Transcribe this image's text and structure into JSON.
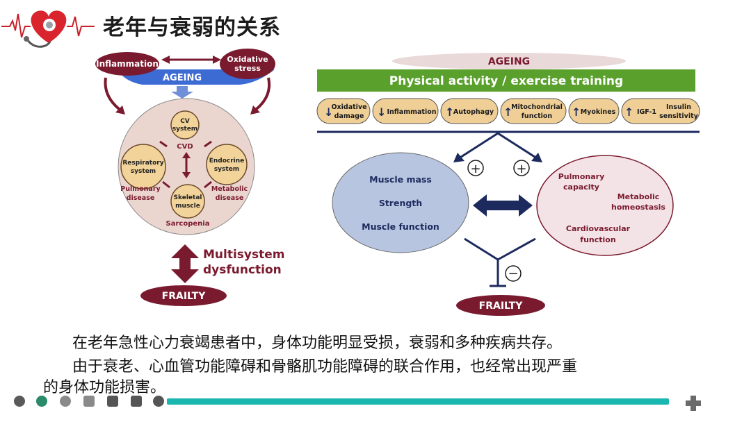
{
  "slide": {
    "title": "老年与衰弱的关系",
    "paragraph_1": "在老年急性心力衰竭患者中，身体功能明显受损，衰弱和多种疾病共存。",
    "paragraph_2": "由于衰老、心血管功能障碍和骨骼肌功能障碍的联合作用，也经常出现严重",
    "paragraph_3": "的身体功能损害。"
  },
  "left_diagram": {
    "inflammation": "Inflammation",
    "oxidative_1": "Oxidative",
    "oxidative_2": "stress",
    "ageing": "AGEING",
    "cv_1": "CV",
    "cv_2": "system",
    "cvd": "CVD",
    "resp_1": "Respiratory",
    "resp_2": "system",
    "endo_1": "Endocrine",
    "endo_2": "system",
    "pulm_1": "Pulmonary",
    "pulm_2": "disease",
    "meta_1": "Metabolic",
    "meta_2": "disease",
    "skel_1": "Skeletal",
    "skel_2": "muscle",
    "sarcopenia": "Sarcopenia",
    "multi_1": "Multisystem",
    "multi_2": "dysfunction",
    "frailty": "FRAILTY"
  },
  "right_diagram": {
    "ageing": "AGEING",
    "banner": "Physical activity / exercise training",
    "pills": [
      {
        "l1": "Oxidative",
        "l2": "damage",
        "dir": "down"
      },
      {
        "l1": "Inflammation",
        "l2": "",
        "dir": "down"
      },
      {
        "l1": "Autophagy",
        "l2": "",
        "dir": "up"
      },
      {
        "l1": "Mitochondrial",
        "l2": "function",
        "dir": "up"
      },
      {
        "l1": "Myokines",
        "l2": "",
        "dir": "up"
      },
      {
        "l1": "IGF-1",
        "l2": "",
        "dir": "up"
      },
      {
        "l1": "Insulin",
        "l2": "sensitivity",
        "dir": "up"
      }
    ],
    "muscle_mass": "Muscle mass",
    "strength": "Strength",
    "muscle_function": "Muscle function",
    "pulm_1": "Pulmonary",
    "pulm_2": "capacity",
    "meta_1": "Metabolic",
    "meta_2": "homeostasis",
    "cardio_1": "Cardiovascular",
    "cardio_2": "function",
    "plus": "+",
    "minus": "−",
    "frailty": "FRAILTY"
  },
  "colors": {
    "maroon": "#7a1a2e",
    "blue_band": "#3c6bd3",
    "green_banner": "#5aa02c",
    "pill_tan": "#efcf96",
    "left_circle": "#ebd5cf",
    "muscle_blue": "#b7c5e0",
    "pulm_pink": "#f3e3e6",
    "navy": "#1c2a5e",
    "progress": "#1ab7b0"
  }
}
